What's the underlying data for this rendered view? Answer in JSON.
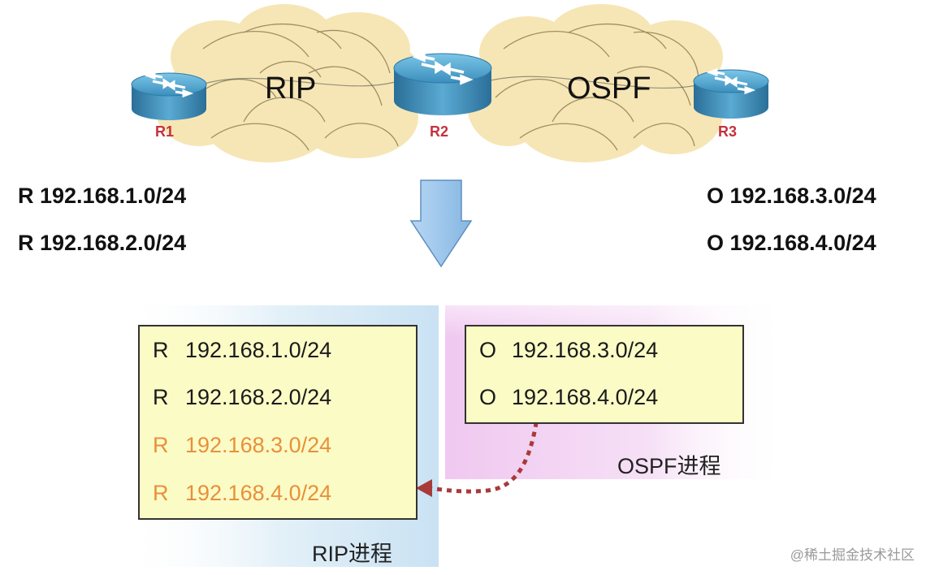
{
  "clouds": {
    "left_label": "RIP",
    "right_label": "OSPF"
  },
  "routers": [
    {
      "id": "r1",
      "label": "R1"
    },
    {
      "id": "r2",
      "label": "R2"
    },
    {
      "id": "r3",
      "label": "R3"
    }
  ],
  "top_routes": {
    "left": [
      "R 192.168.1.0/24",
      "R 192.168.2.0/24"
    ],
    "right": [
      "O 192.168.3.0/24",
      "O 192.168.4.0/24"
    ]
  },
  "rip_process": {
    "label": "RIP进程",
    "rows": [
      {
        "code": "R",
        "network": "192.168.1.0/24"
      },
      {
        "code": "R",
        "network": "192.168.2.0/24"
      },
      {
        "code": "R",
        "network": "192.168.3.0/24"
      },
      {
        "code": "R",
        "network": "192.168.4.0/24"
      }
    ]
  },
  "ospf_process": {
    "label": "OSPF进程",
    "rows": [
      {
        "code": "O",
        "network": "192.168.3.0/24"
      },
      {
        "code": "O",
        "network": "192.168.4.0/24"
      }
    ]
  },
  "watermark": "@稀土掘金技术社区",
  "colors": {
    "cloud": "#f6e6b5",
    "router": "#4a9fc9",
    "router_label": "#c4323e",
    "redistributed_text": "#e8903a",
    "arrow": "#9cc5eb",
    "rip_panel": "#dcedf8",
    "ospf_panel": "#f3d8f3",
    "dotted_arrow": "#a83a3a"
  }
}
